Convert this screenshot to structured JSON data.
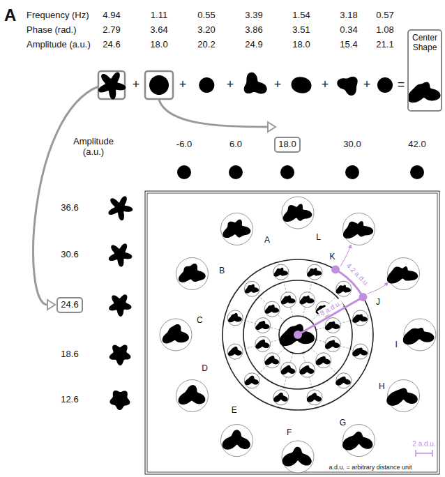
{
  "diagram": {
    "nodes": [
      {
        "text": [
          "Center Shape"
        ]
      },
      {
        "text": [
          "18.0"
        ]
      },
      {
        "text": [
          "24.6"
        ]
      }
    ],
    "labels": [
      "A",
      "Frequency (Hz)",
      "Phase (rad.)",
      "Amplitude (a.u.)",
      "4.94",
      "1.11",
      "0.55",
      "3.39",
      "1.54",
      "3.18",
      "0.57",
      "2.79",
      "3.64",
      "3.20",
      "3.86",
      "3.51",
      "0.34",
      "1.08",
      "24.6",
      "18.0",
      "20.2",
      "24.9",
      "18.0",
      "15.4",
      "21.1",
      "+",
      "+",
      "+",
      "+",
      "+",
      "+",
      "=",
      "Amplitude (a.u.)",
      "-6.0",
      "6.0",
      "30.0",
      "42.0",
      "36.6",
      "30.6",
      "18.6",
      "12.6",
      "A",
      "B",
      "C",
      "D",
      "E",
      "F",
      "G",
      "H",
      "I",
      "J",
      "K",
      "L",
      "8 a.d.u.",
      "4.2 a.d.u.",
      "2 a.d.u.",
      "a.d.u. = arbitrary distance unit"
    ]
  }
}
